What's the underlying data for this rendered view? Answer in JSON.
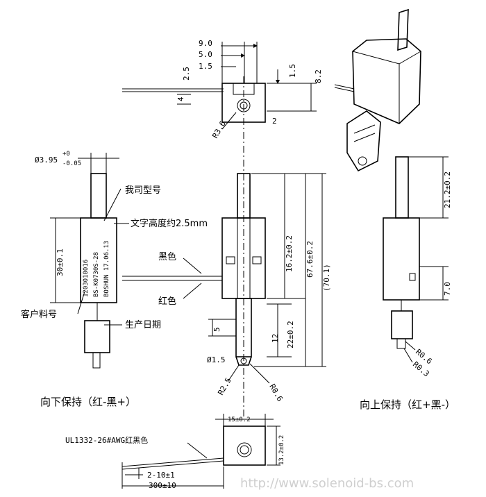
{
  "top_view": {
    "dim_9_0": "9.0",
    "dim_5_0": "5.0",
    "dim_1_5a": "1.5",
    "dim_2_5": "2.5",
    "dim_1_5b": "1.5",
    "dim_8_2": "8.2",
    "dim_4": "4",
    "dim_2": "2",
    "radius_r3_6": "R3.6"
  },
  "left_view": {
    "diameter": "Ø3.95",
    "tol_plus": "+0",
    "tol_minus": "-0.05",
    "dim_30": "30±0.1",
    "label_company_model": "我司型号",
    "label_text_height": "文字高度约2.5mm",
    "label_customer_part": "客户料号",
    "label_date": "生产日期",
    "marking_line1": "1203010016",
    "marking_line2": "BS-K0730S-28",
    "marking_line3": "BOSHUN 17.06.13",
    "caption": "向下保持（红-黑+）"
  },
  "center_view": {
    "label_black": "黑色",
    "label_red": "红色",
    "dim_16_2": "16.2±0.2",
    "dim_67_6": "67.6±0.2",
    "dim_70_1": "(70.1)",
    "dim_22": "22±0.2",
    "dim_12": "12",
    "dim_5": "5",
    "diameter_1_5": "Ø1.5",
    "radius_r2_5": "R2.5",
    "radius_r0_6": "R0.6"
  },
  "right_view": {
    "dim_21_2": "21.2±0.2",
    "dim_7_0": "7.0",
    "radius_r0_6": "R0.6",
    "radius_r0_3": "R0.3",
    "caption": "向上保持（红+黑-）"
  },
  "bottom_view": {
    "dim_15": "15±0.2",
    "dim_13_2": "13.2±0.2",
    "wire_label": "UL1332-26#AWG红黑色",
    "dim_2_10": "2-10±1",
    "dim_300": "300±10"
  },
  "watermark": "http://www.solenoid-bs.com"
}
